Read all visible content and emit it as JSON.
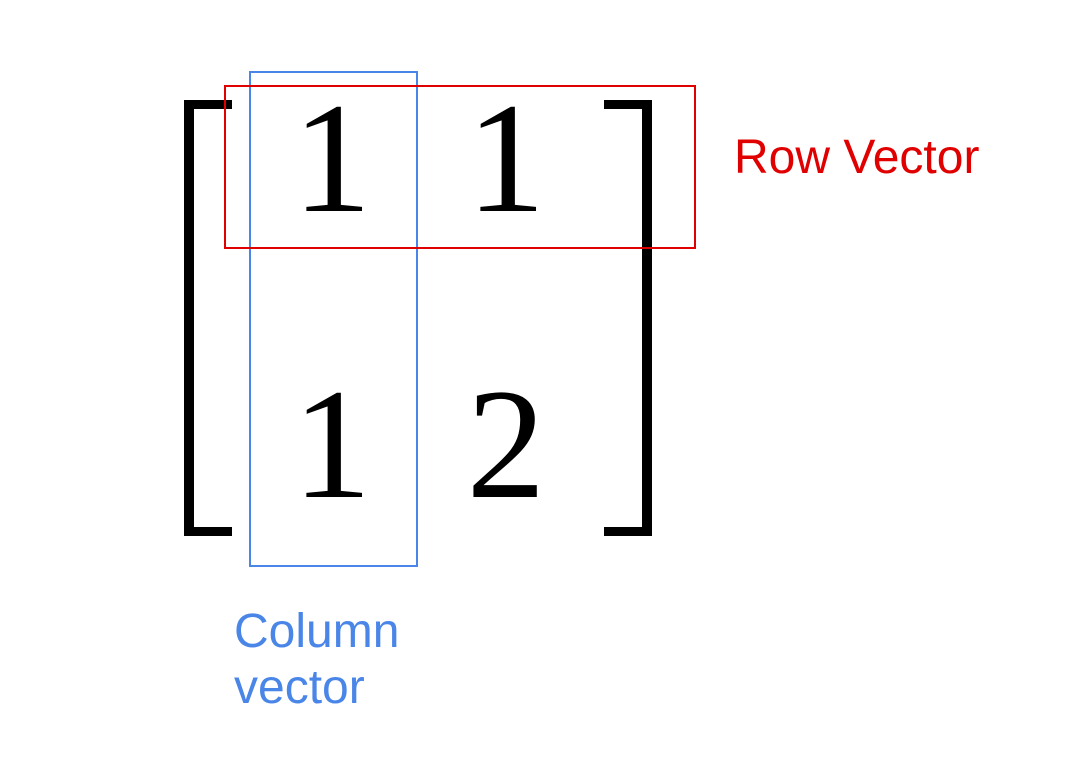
{
  "matrix": {
    "rows": [
      [
        "1",
        "1"
      ],
      [
        "1",
        "2"
      ]
    ]
  },
  "annotations": {
    "row_vector": {
      "label": "Row Vector",
      "color": "#e10000"
    },
    "column_vector": {
      "label_line1": "Column",
      "label_line2": "vector",
      "color": "#4a86e8"
    }
  }
}
